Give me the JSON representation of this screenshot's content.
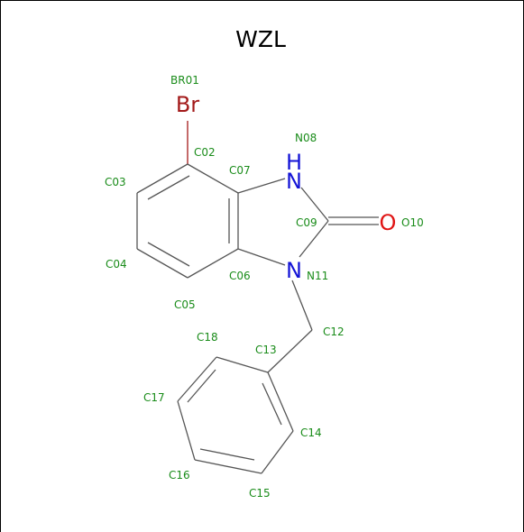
{
  "title": "WZL",
  "colors": {
    "label": "#1a8c1a",
    "bond": "#555555",
    "nitrogen": "#1414d6",
    "oxygen": "#e01414",
    "bromine": "#a31a1a"
  },
  "elements": {
    "Br": {
      "text": "Br",
      "color_key": "bromine"
    },
    "N08": {
      "text": "N",
      "h": "H",
      "color_key": "nitrogen"
    },
    "N11": {
      "text": "N",
      "color_key": "nitrogen"
    },
    "O10": {
      "text": "O",
      "color_key": "oxygen"
    }
  },
  "atom_labels": [
    "BR01",
    "C02",
    "C03",
    "C04",
    "C05",
    "C06",
    "C07",
    "N08",
    "C09",
    "O10",
    "N11",
    "C12",
    "C13",
    "C14",
    "C15",
    "C16",
    "C17",
    "C18"
  ]
}
